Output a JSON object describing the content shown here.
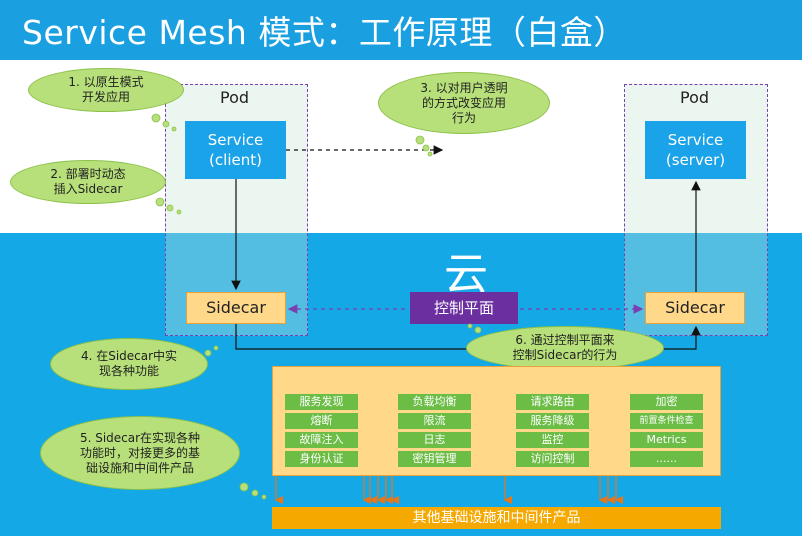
{
  "title": "Service Mesh 模式：工作原理（白盒）",
  "cloud_label": "云",
  "pod_left": {
    "label": "Pod",
    "service_line1": "Service",
    "service_line2": "(client)",
    "sidecar": "Sidecar"
  },
  "pod_right": {
    "label": "Pod",
    "service_line1": "Service",
    "service_line2": "(server)",
    "sidecar": "Sidecar"
  },
  "control_plane": "控制平面",
  "notes": {
    "n1_l1": "1. 以原生模式",
    "n1_l2": "开发应用",
    "n2_l1": "2. 部署时动态",
    "n2_l2": "插入Sidecar",
    "n3_l1": "3. 以对用户透明",
    "n3_l2": "的方式改变应用",
    "n3_l3": "行为",
    "n4_l1": "4. 在Sidecar中实",
    "n4_l2": "现各种功能",
    "n5_l1": "5. Sidecar在实现各种",
    "n5_l2": "功能时，对接更多的基",
    "n5_l3": "础设施和中间件产品",
    "n6_l1": "6. 通过控制平面来",
    "n6_l2": "控制Sidecar的行为"
  },
  "features": {
    "col1": [
      "服务发现",
      "熔断",
      "故障注入",
      "身份认证"
    ],
    "col2": [
      "负载均衡",
      "限流",
      "日志",
      "密钥管理"
    ],
    "col3": [
      "请求路由",
      "服务降级",
      "监控",
      "访问控制"
    ],
    "col4": [
      "加密",
      "前置条件检查",
      "Metrics",
      "......"
    ]
  },
  "infra_bar": "其他基础设施和中间件产品",
  "colors": {
    "title_bg": "#1aa0e0",
    "cloud_bg": "#14a9e6",
    "service": "#1aa3e8",
    "sidecar": "#ffd88a",
    "control": "#6b2fa0",
    "feature": "#6cbd45",
    "note": "#b7e07a",
    "infra": "#f5a800"
  }
}
